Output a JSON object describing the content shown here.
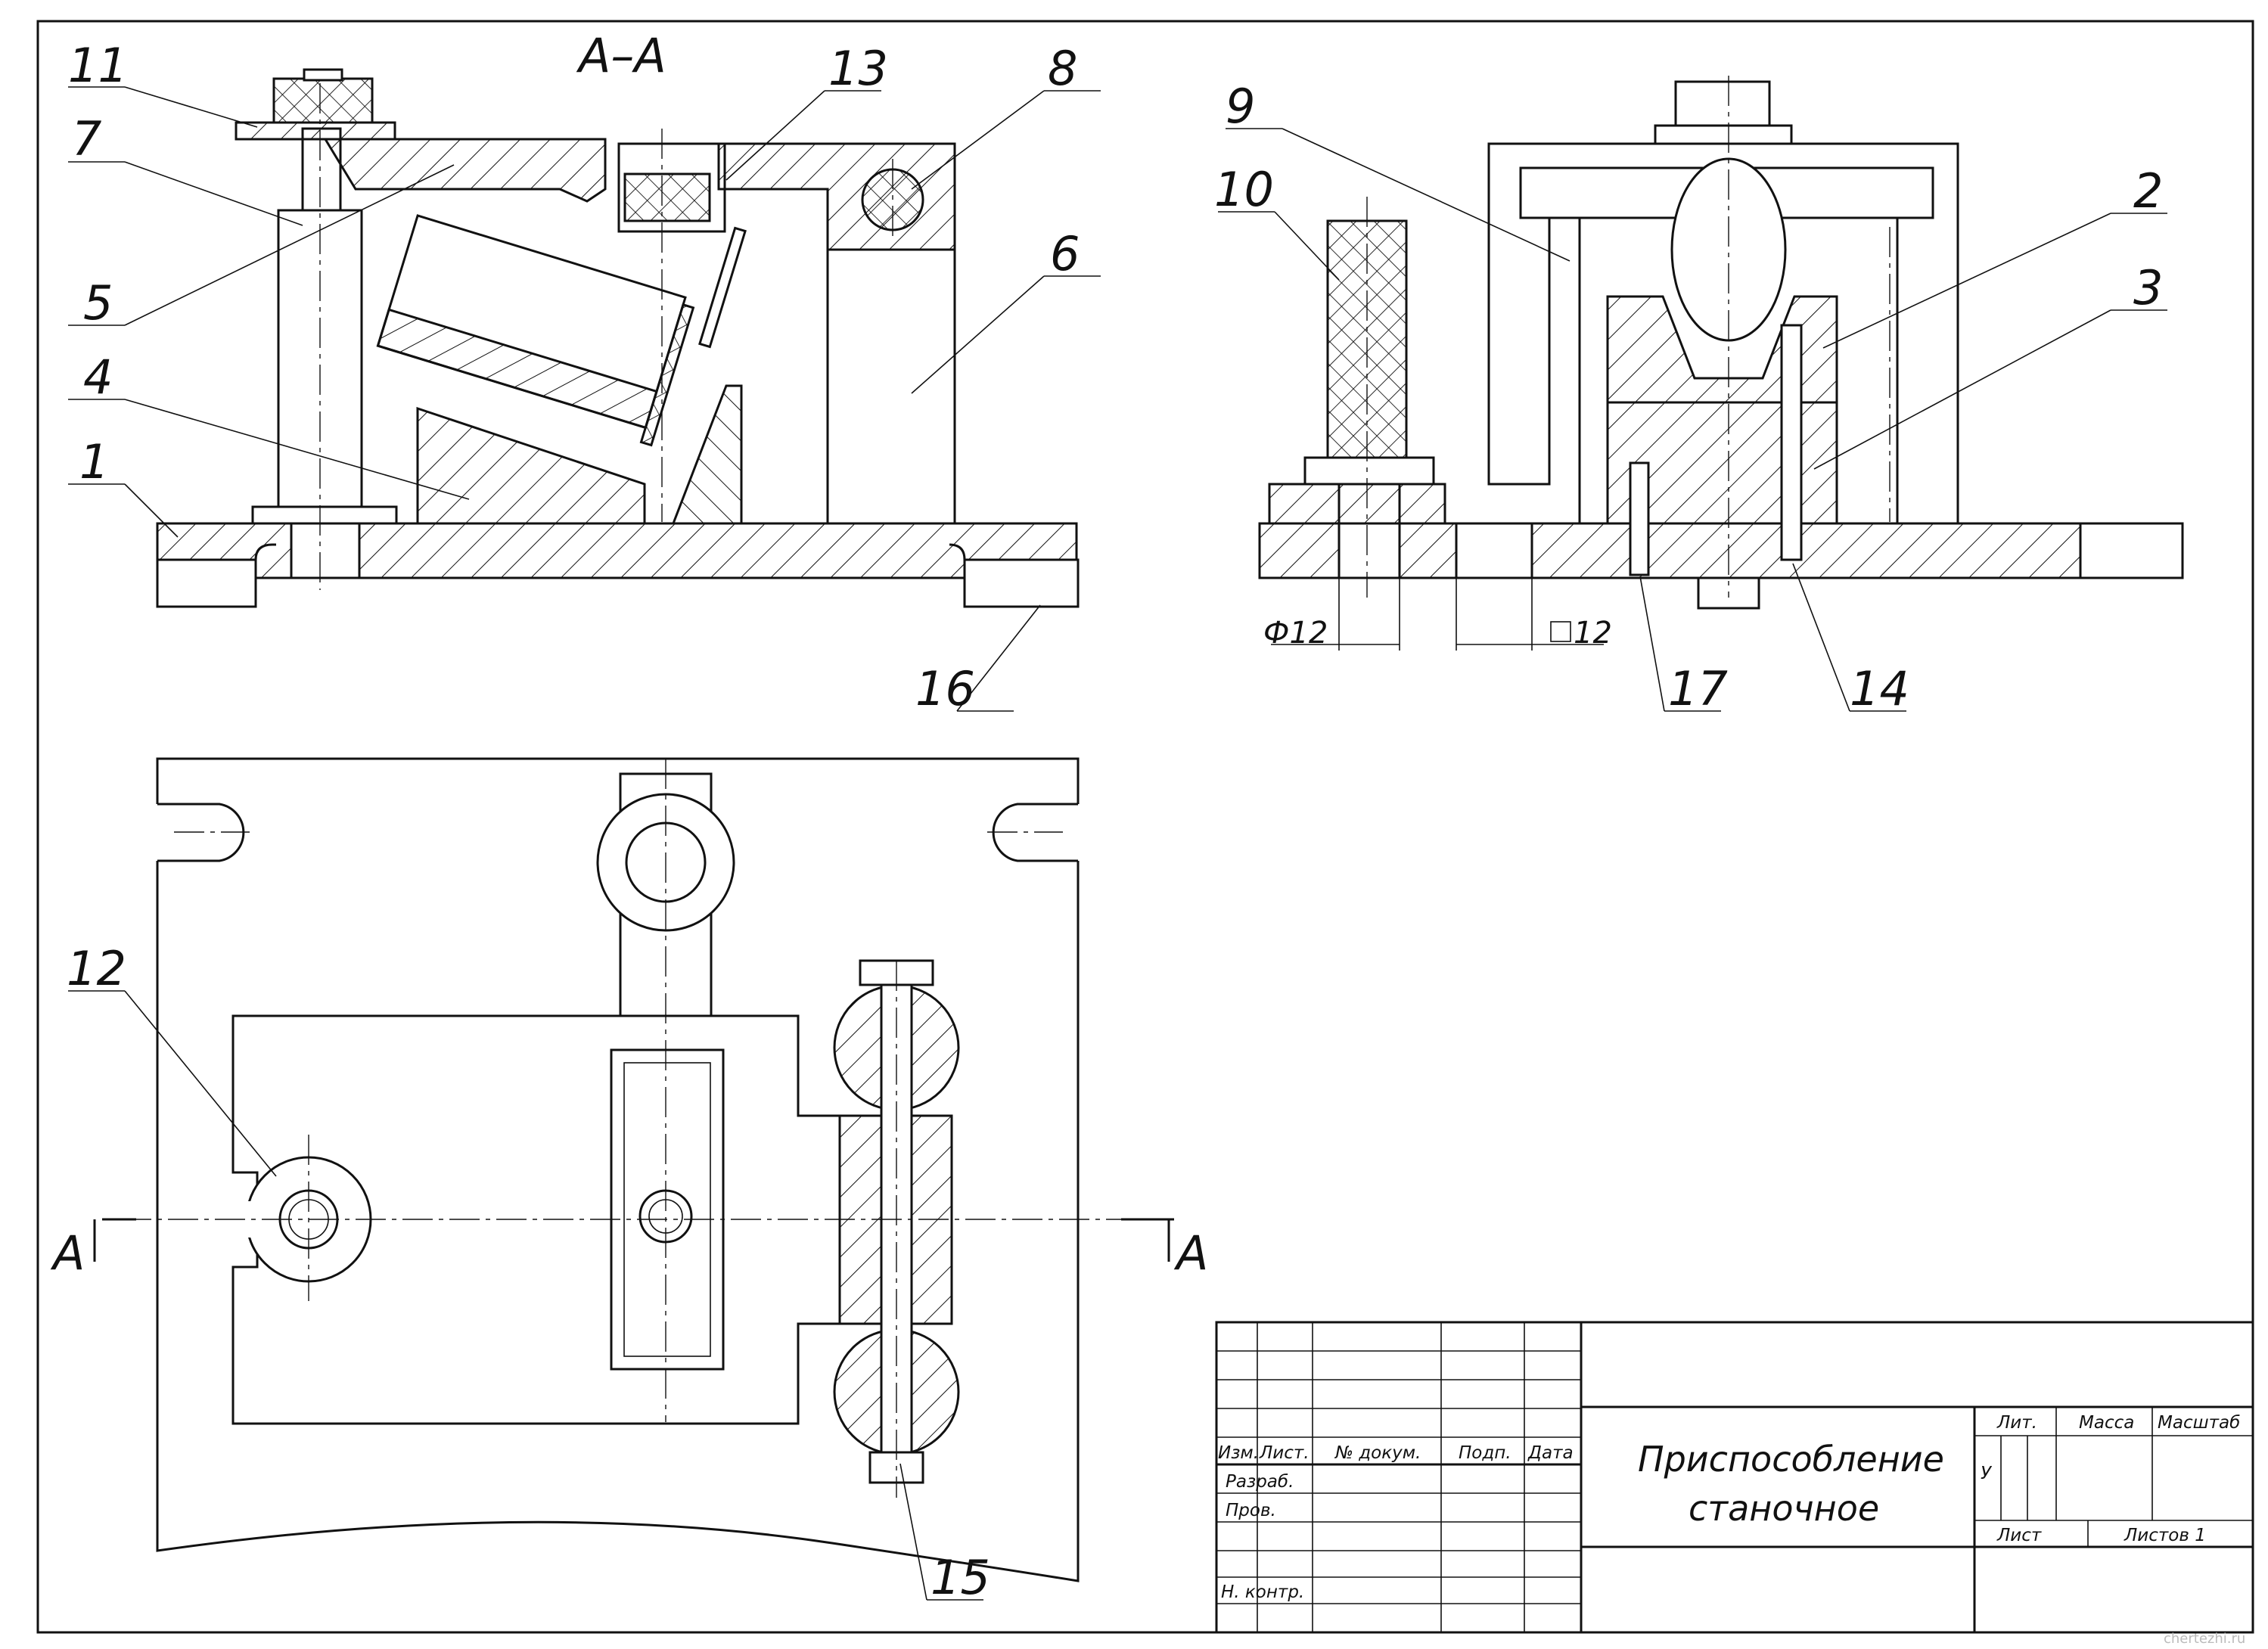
{
  "drawing": {
    "section_label": "А–А",
    "section_marker_left": "А",
    "section_marker_right": "А",
    "callouts": {
      "c1": "1",
      "c2": "2",
      "c3": "3",
      "c4": "4",
      "c5": "5",
      "c6": "6",
      "c7": "7",
      "c8": "8",
      "c9": "9",
      "c10": "10",
      "c11": "11",
      "c12": "12",
      "c13": "13",
      "c14": "14",
      "c15": "15",
      "c16": "16",
      "c17": "17"
    },
    "dimensions": {
      "diameter": "Ф12",
      "square": "12"
    }
  },
  "title_block": {
    "headers": {
      "izm": "Изм.",
      "list": "Лист.",
      "doc_no": "№ докум.",
      "sign": "Подп.",
      "date": "Дата"
    },
    "rows": {
      "razrab": "Разраб.",
      "prov": "Пров.",
      "n_kontr": "Н. контр."
    },
    "title_line1": "Приспособление",
    "title_line2": "станочное",
    "lit_label": "Лит.",
    "massa_label": "Масса",
    "masshtab_label": "Масштаб",
    "lit_value": "У",
    "sheet_label": "Лист",
    "sheets_label": "Листов 1"
  },
  "watermark": "chertezhi.ru"
}
